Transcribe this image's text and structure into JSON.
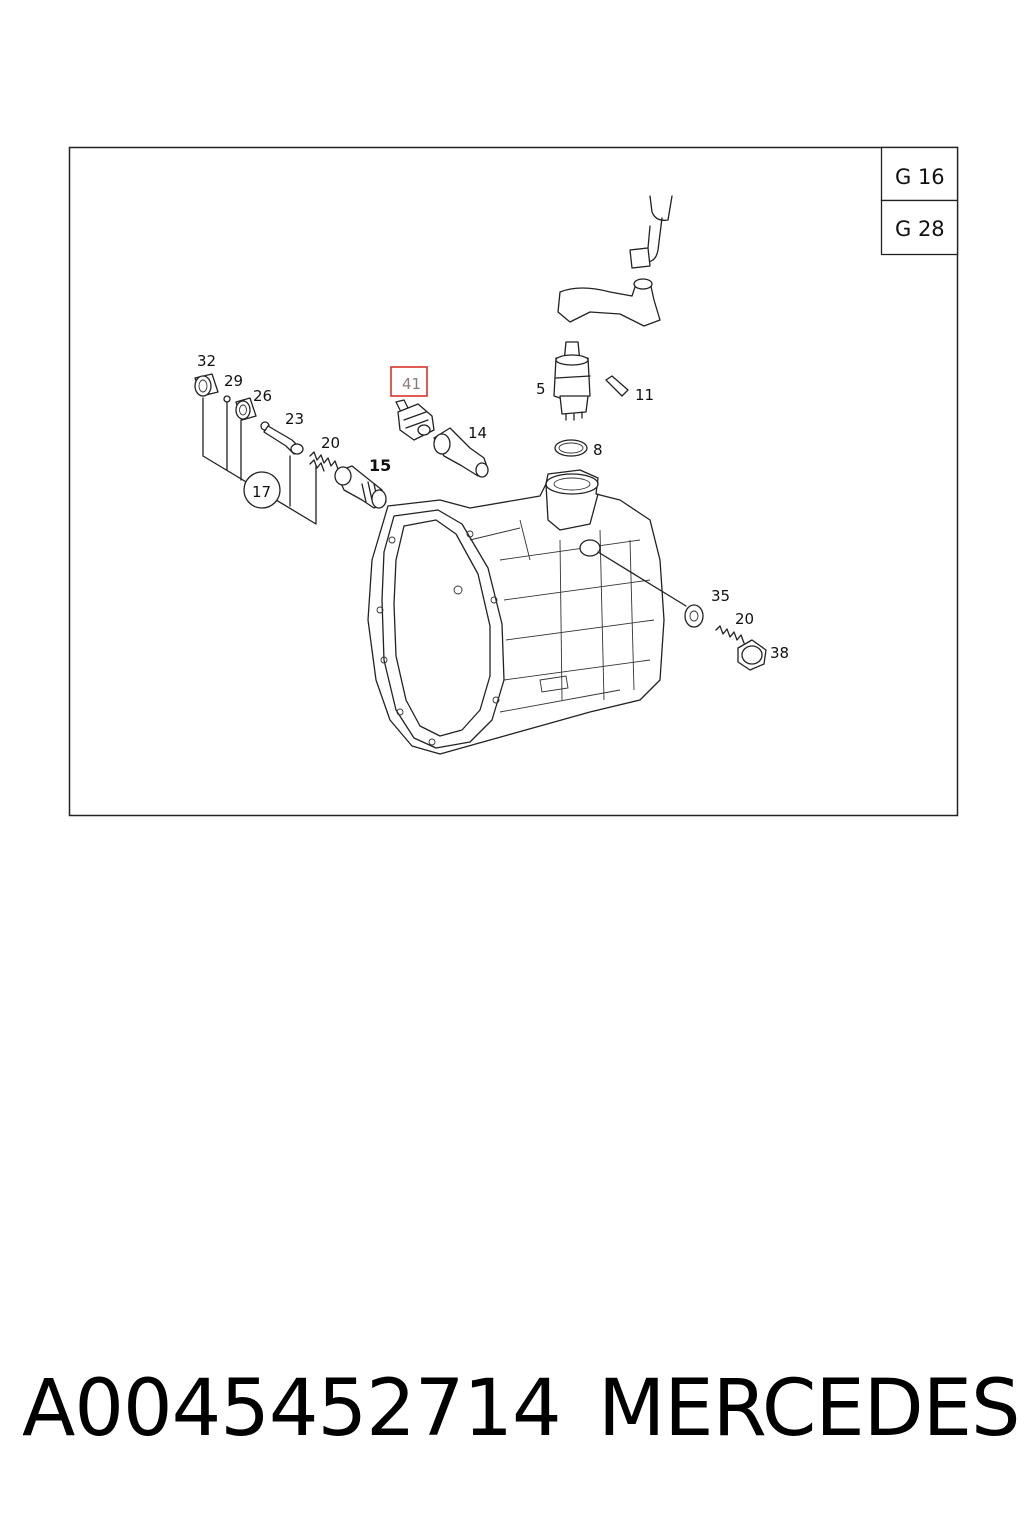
{
  "diagram": {
    "ref_codes": [
      "G 16",
      "G 28"
    ],
    "callouts": {
      "c32": "32",
      "c29": "29",
      "c26": "26",
      "c23": "23",
      "c20a": "20",
      "c15": "15",
      "c17": "17",
      "c41": "41",
      "c14": "14",
      "c5": "5",
      "c11": "11",
      "c8": "8",
      "c35": "35",
      "c20b": "20",
      "c38": "38"
    },
    "highlighted_callout": "41",
    "highlight_color": "#d9342b"
  },
  "footer": {
    "part_number": "A0045452714",
    "brand": "MERCEDES"
  }
}
